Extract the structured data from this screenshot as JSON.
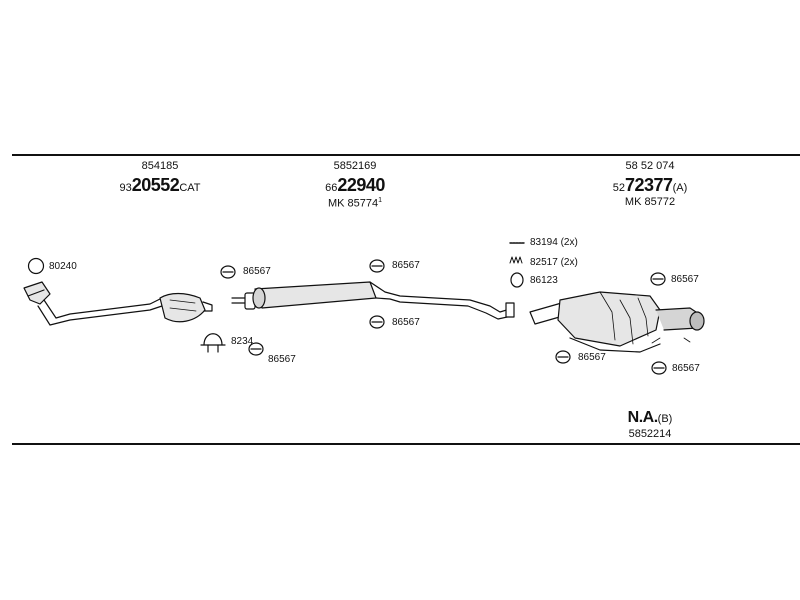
{
  "header_parts": {
    "front": {
      "part_number": "854185",
      "prefix": "93",
      "bold": "20552",
      "suffix": "CAT"
    },
    "middle": {
      "part_number": "5852169",
      "prefix": "66",
      "bold": "22940",
      "mk": "MK  85774",
      "mk_sup": "1"
    },
    "rear": {
      "part_number": "58 52 074",
      "prefix": "52",
      "bold": "72377",
      "suffix": "(A)",
      "mk": "MK  85772"
    }
  },
  "components": {
    "gasket_80240": "80240",
    "clamp_86567_a": "86567",
    "clamp_86567_b": "86567",
    "clamp_86567_c": "86567",
    "clamp_86567_d": "86567",
    "clamp_86567_e": "86567",
    "clamp_86567_f": "86567",
    "clamp_86567_g": "86567",
    "clamp_8234": "8234",
    "bolt_83194": "83194 (2x)",
    "spring_82517": "82517 (2x)",
    "ring_86123": "86123"
  },
  "footer_part": {
    "bold": "N.A.",
    "suffix": "(B)",
    "part_number": "5852214"
  },
  "colors": {
    "line": "#111111",
    "background": "#ffffff",
    "pipe_fill": "#e6e6e6",
    "shade": "#bdbdbd"
  }
}
